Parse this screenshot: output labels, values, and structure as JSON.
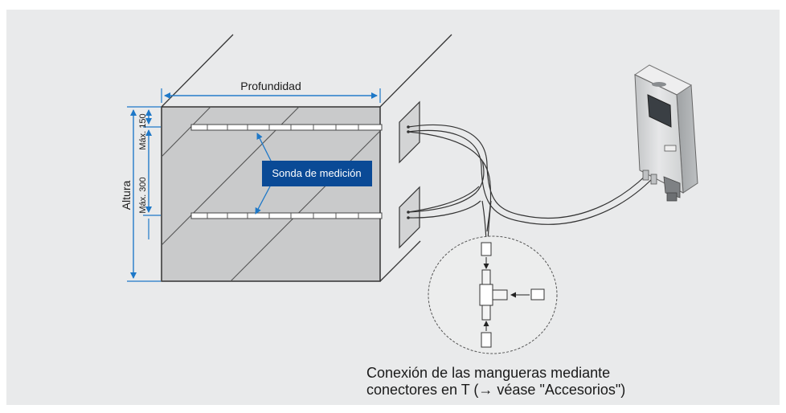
{
  "labels": {
    "depth": "Profundidad",
    "height": "Altura",
    "max_150": "Máx. 150",
    "max_300": "Máx. 300",
    "probe": "Sonda de medición"
  },
  "caption": {
    "line1": "Conexión de las mangueras mediante",
    "line2": "conectores en T (→ véase \"Accesorios\")"
  },
  "colors": {
    "panel_bg": "#e9eaeb",
    "duct_face": "#c9cacb",
    "probe_label_bg": "#0a4a96",
    "dimension_blue": "#1e78c8",
    "device_body": "#dcdddd"
  }
}
